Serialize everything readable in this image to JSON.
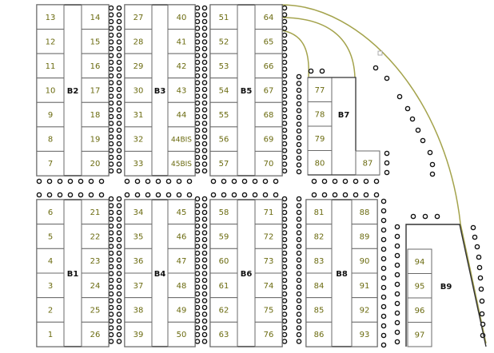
{
  "colors": {
    "background": "#ffffff",
    "cell_fill": "#ffffff",
    "cell_border": "#6a6a6a",
    "block_border": "#333333",
    "number_text": "#6b6b10",
    "block_label": "#111111",
    "tree": "#111111",
    "path": "#a4a34c"
  },
  "blocks": [
    {
      "label": "B2",
      "left": [
        "13",
        "12",
        "11",
        "10",
        "9",
        "8",
        "7"
      ],
      "right": [
        "14",
        "15",
        "16",
        "17",
        "18",
        "19",
        "20"
      ]
    },
    {
      "label": "B3",
      "left": [
        "27",
        "28",
        "29",
        "30",
        "31",
        "32",
        "33"
      ],
      "right": [
        "40",
        "41",
        "42",
        "43",
        "44",
        "44BIS",
        "45BIS"
      ]
    },
    {
      "label": "B5",
      "left": [
        "51",
        "52",
        "53",
        "54",
        "55",
        "56",
        "57"
      ],
      "right": [
        "64",
        "65",
        "66",
        "67",
        "68",
        "69",
        "70"
      ]
    },
    {
      "label": "B7",
      "left": [
        "77",
        "78",
        "79",
        "80"
      ],
      "corner": "87"
    },
    {
      "label": "B1",
      "left": [
        "6",
        "5",
        "4",
        "3",
        "2",
        "1"
      ],
      "right": [
        "21",
        "22",
        "23",
        "24",
        "25",
        "26"
      ]
    },
    {
      "label": "B4",
      "left": [
        "34",
        "35",
        "36",
        "37",
        "38",
        "39"
      ],
      "right": [
        "45",
        "46",
        "47",
        "48",
        "49",
        "50"
      ]
    },
    {
      "label": "B6",
      "left": [
        "58",
        "59",
        "60",
        "61",
        "62",
        "63"
      ],
      "right": [
        "71",
        "72",
        "73",
        "74",
        "75",
        "76"
      ]
    },
    {
      "label": "B8",
      "left": [
        "81",
        "82",
        "83",
        "84",
        "85",
        "86"
      ],
      "right": [
        "88",
        "89",
        "90",
        "91",
        "92",
        "93"
      ]
    },
    {
      "label": "B9",
      "left": [
        "94",
        "95",
        "96",
        "97"
      ]
    }
  ]
}
